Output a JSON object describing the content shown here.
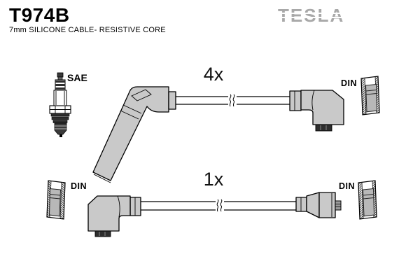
{
  "header": {
    "part_number": "T974B",
    "subtitle": "7mm SILICONE CABLE- RESISTIVE CORE",
    "brand_logo": "TESLA"
  },
  "diagram": {
    "spark_plug_standard_label": "SAE",
    "top_cable": {
      "quantity": "4x",
      "din_label": "DIN"
    },
    "bottom_cable": {
      "quantity": "1x",
      "din_label_left": "DIN",
      "din_label_right": "DIN"
    }
  },
  "colors": {
    "background": "#ffffff",
    "outline": "#000000",
    "boot_fill": "#c9c9c9",
    "connector_inner_fill": "#b8b8b8",
    "tip_fill": "#2e2e2e",
    "logo_gray": "#a8a8a8",
    "text_color": "#111111"
  }
}
